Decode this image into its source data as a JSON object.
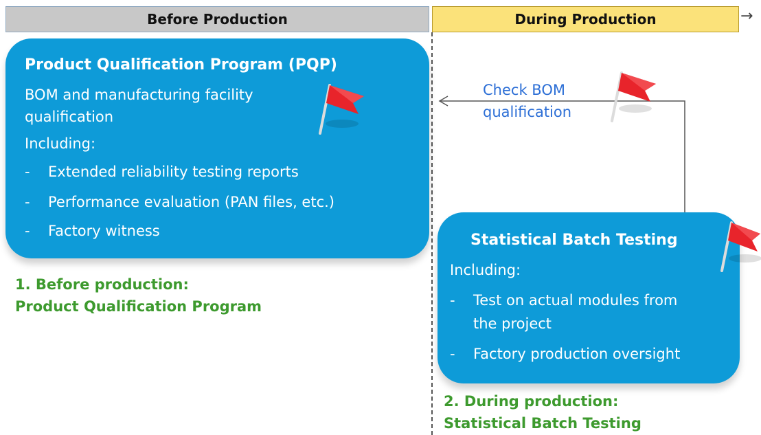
{
  "headers": {
    "before": "Before Production",
    "during": "During Production"
  },
  "pqp_box": {
    "title": "Product Qualification Program (PQP)",
    "description_line1": "BOM and manufacturing facility",
    "description_line2": "qualification",
    "including": "Including:",
    "bullet_char": "-",
    "bullets": [
      "Extended reliability testing reports",
      "Performance evaluation (PAN files, etc.)",
      "Factory witness"
    ]
  },
  "caption_before": {
    "line1": "1. Before production:",
    "line2": "Product Qualification Program"
  },
  "check_label": {
    "line1": "Check BOM",
    "line2": "qualification"
  },
  "sbt_box": {
    "title": "Statistical Batch Testing",
    "including": "Including:",
    "bullet_char": "-",
    "bullets": [
      {
        "line1": "Test on actual modules from",
        "line2": "the project"
      },
      {
        "line1": "Factory production oversight",
        "line2": ""
      }
    ]
  },
  "caption_during": {
    "line1": "2. During production:",
    "line2": "Statistical Batch Testing"
  },
  "colors": {
    "box_blue": "#0e9bd8",
    "caption_green": "#3d9a2e",
    "label_blue": "#2d6fd6",
    "flag_red": "#e8242b",
    "header_before": "#c8c8c8",
    "header_during": "#fbe27a"
  },
  "icons": {
    "flag": "red-flag-icon",
    "timeline_arrow": "arrow-right-icon"
  }
}
